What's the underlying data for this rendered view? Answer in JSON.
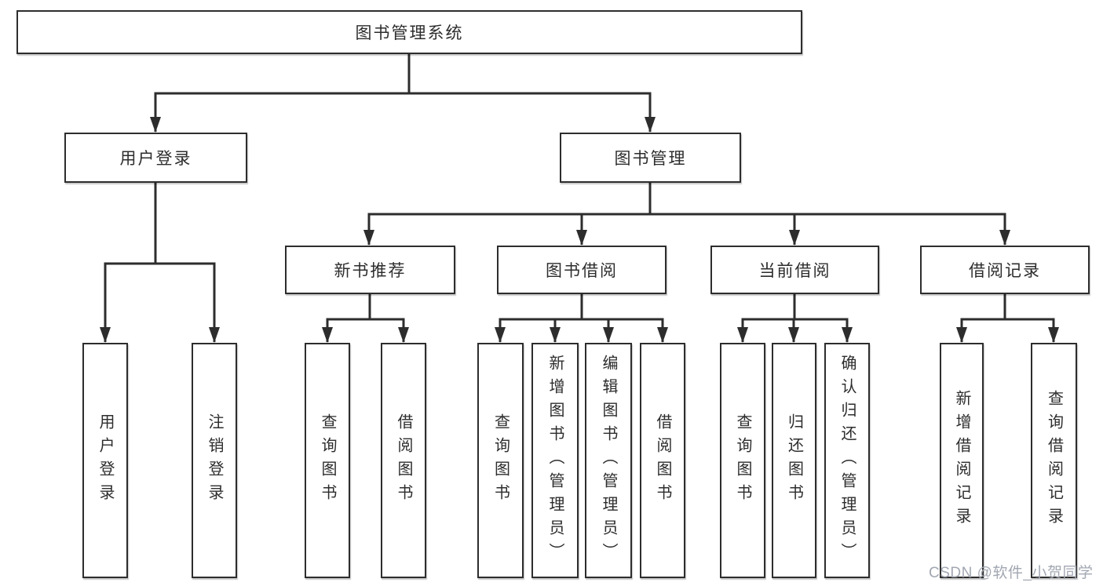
{
  "diagram_title": "图书管理系统",
  "tree": {
    "root": {
      "label": "图书管理系统",
      "children": [
        {
          "label": "用户登录",
          "children": [
            {
              "label": "用户登录"
            },
            {
              "label": "注销登录"
            }
          ]
        },
        {
          "label": "图书管理",
          "children": [
            {
              "label": "新书推荐",
              "children": [
                {
                  "label": "查询图书"
                },
                {
                  "label": "借阅图书"
                }
              ]
            },
            {
              "label": "图书借阅",
              "children": [
                {
                  "label": "查询图书"
                },
                {
                  "label": "新增图书（管理员）"
                },
                {
                  "label": "编辑图书（管理员）"
                },
                {
                  "label": "借阅图书"
                }
              ]
            },
            {
              "label": "当前借阅",
              "children": [
                {
                  "label": "查询图书"
                },
                {
                  "label": "归还图书"
                },
                {
                  "label": "确认归还（管理员）"
                }
              ]
            },
            {
              "label": "借阅记录",
              "children": [
                {
                  "label": "新增借阅记录"
                },
                {
                  "label": "查询借阅记录"
                }
              ]
            }
          ]
        }
      ]
    }
  },
  "watermark": {
    "text": "CSDN @软件_小贺同学",
    "color": "#a2a7b2"
  },
  "colors": {
    "background": "#ffffff",
    "line": "#2d2d2d",
    "box_border": "#2d2d2d",
    "text": "#2d2d2d"
  }
}
